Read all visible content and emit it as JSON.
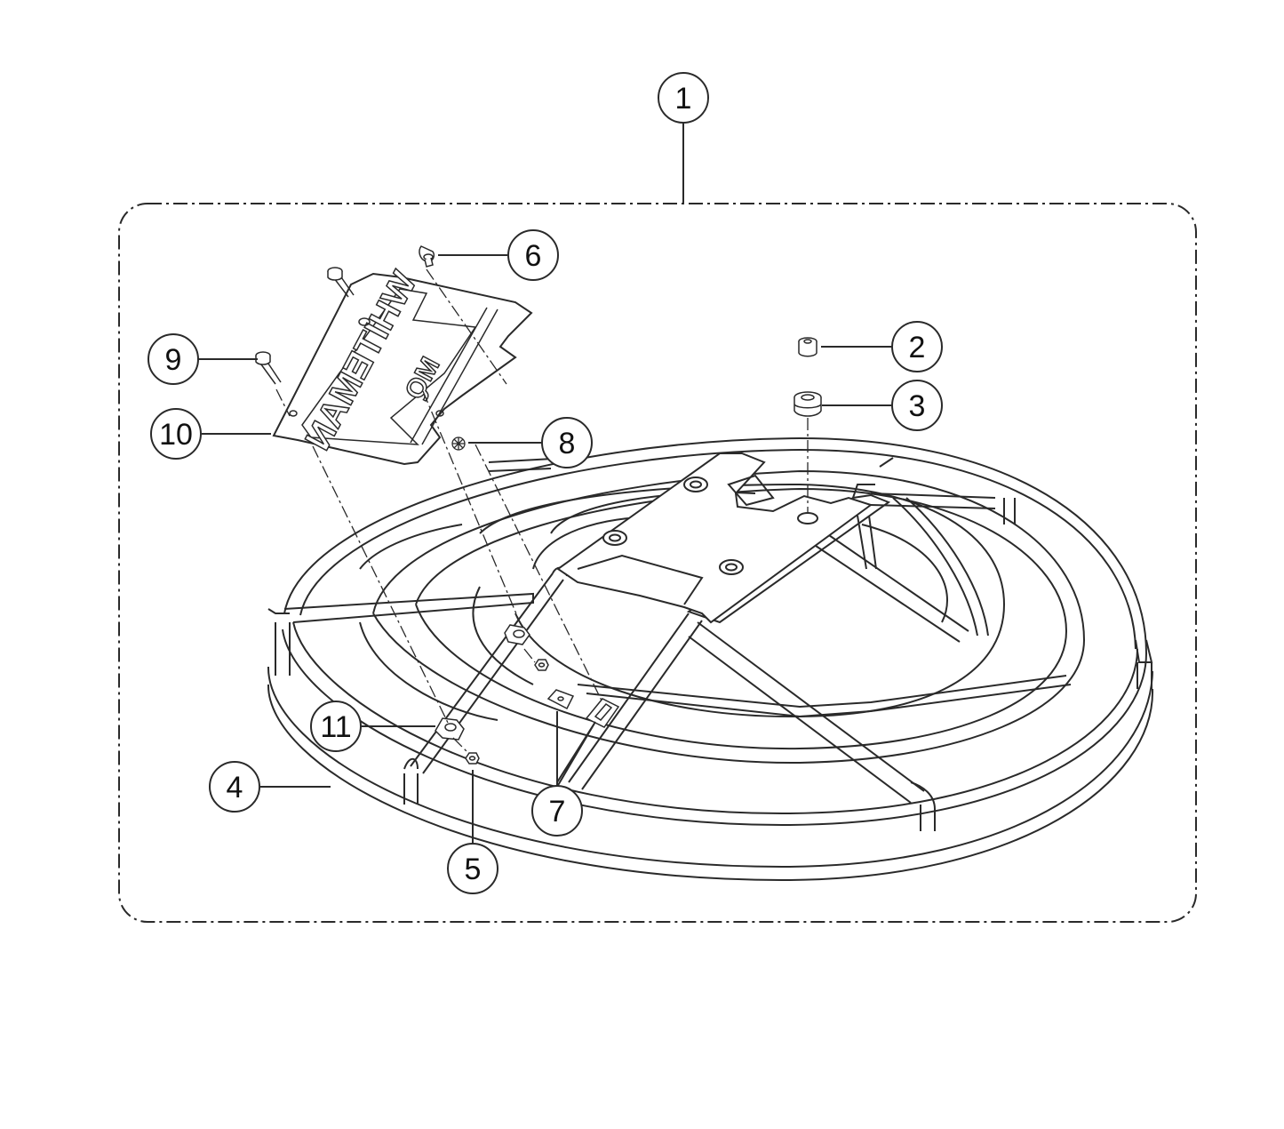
{
  "diagram": {
    "callouts": [
      {
        "id": "1",
        "label": "1"
      },
      {
        "id": "2",
        "label": "2"
      },
      {
        "id": "3",
        "label": "3"
      },
      {
        "id": "4",
        "label": "4"
      },
      {
        "id": "5",
        "label": "5"
      },
      {
        "id": "6",
        "label": "6"
      },
      {
        "id": "7",
        "label": "7"
      },
      {
        "id": "8",
        "label": "8"
      },
      {
        "id": "9",
        "label": "9"
      },
      {
        "id": "10",
        "label": "10"
      },
      {
        "id": "11",
        "label": "11"
      }
    ],
    "logo": {
      "wordmark": "WHITEMAN",
      "emblem": "MQ"
    },
    "colors": {
      "line": "#2a2a2a",
      "background": "#ffffff"
    }
  }
}
